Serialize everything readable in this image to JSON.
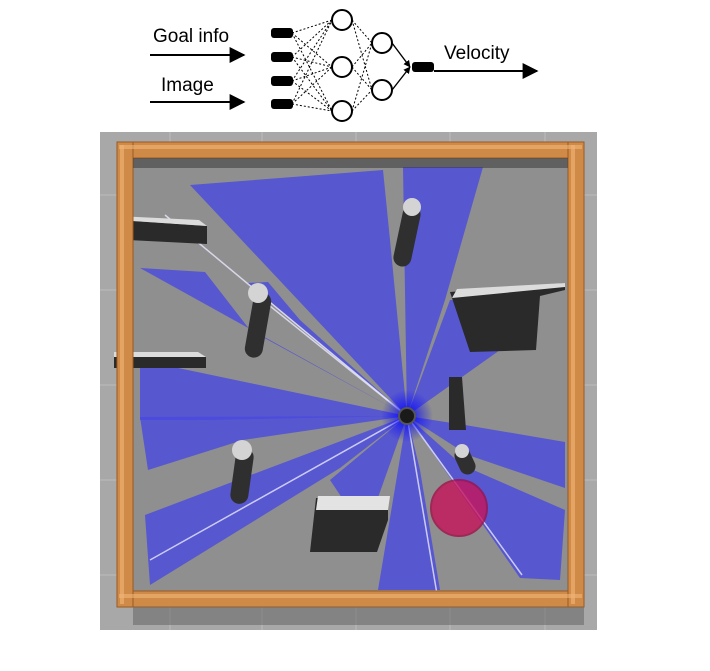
{
  "network": {
    "inputs": [
      {
        "label": "Goal info"
      },
      {
        "label": "Image"
      }
    ],
    "output": {
      "label": "Velocity"
    },
    "layers": [
      {
        "kind": "input",
        "nodes": 4,
        "shape": "rounded-rect"
      },
      {
        "kind": "hidden",
        "nodes": 3,
        "shape": "circle"
      },
      {
        "kind": "hidden",
        "nodes": 2,
        "shape": "circle"
      },
      {
        "kind": "output",
        "nodes": 1,
        "shape": "rounded-rect"
      }
    ]
  },
  "simulation": {
    "view": "top-down",
    "colors": {
      "floor": "#a8a8a8",
      "wall_wood": "#d08a48",
      "laser": "#3b3bf0",
      "goal_marker": "#c8145a",
      "obstacle": "#2a2a2a"
    },
    "elements": [
      "arena-walls",
      "laser-scan",
      "robot",
      "goal-marker",
      "pillar-obstacles",
      "block-obstacles"
    ]
  }
}
